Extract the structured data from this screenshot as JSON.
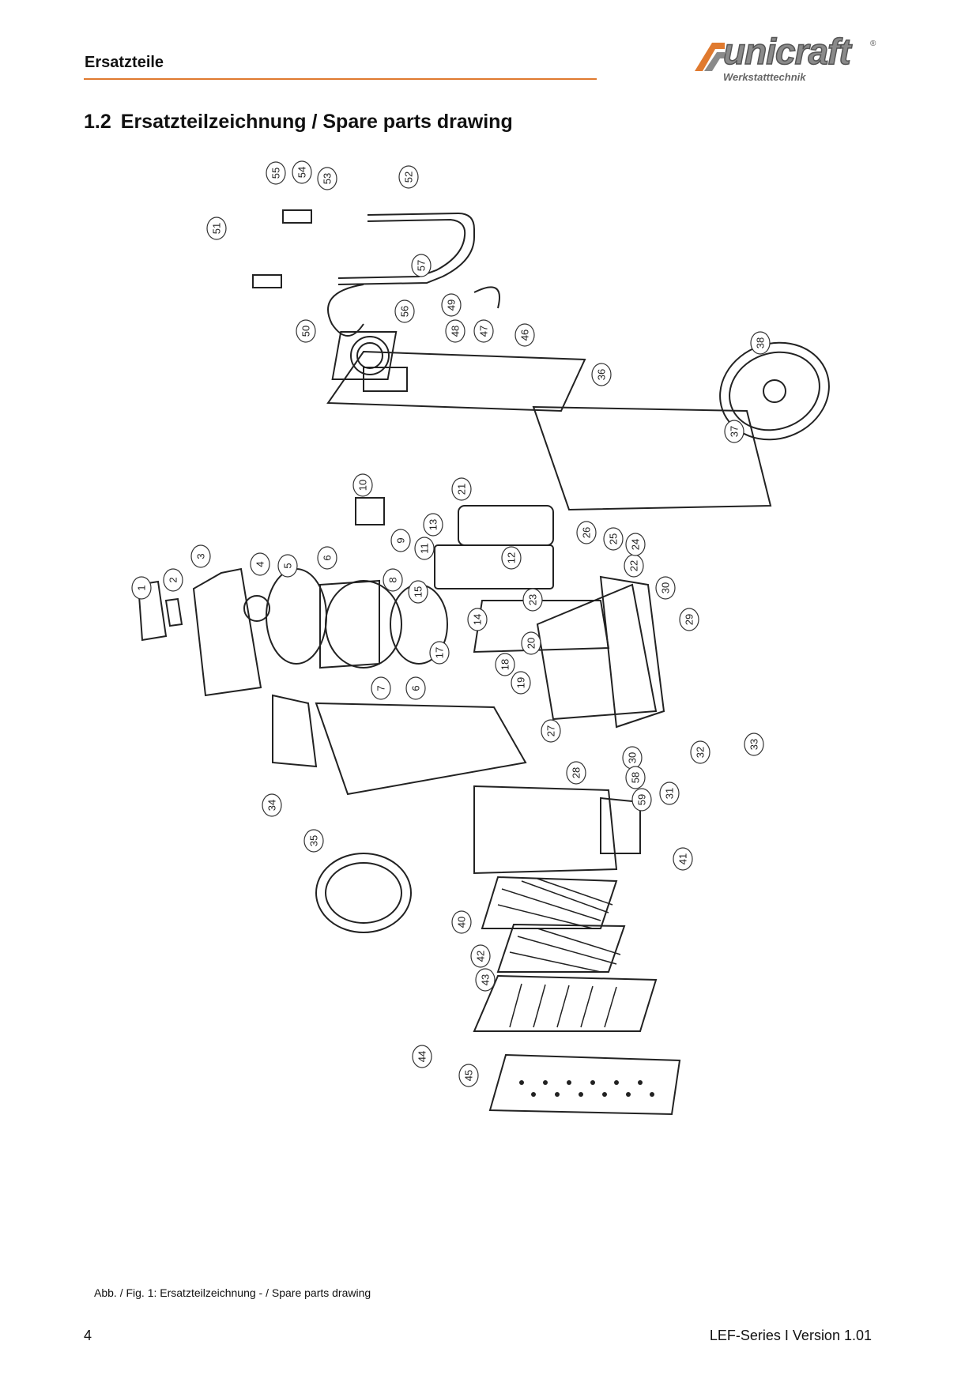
{
  "header": {
    "section": "Ersatzteile",
    "accent_color": "#e07a2f",
    "logo": {
      "brand": "unicraft",
      "tagline": "Werkstatttechnik",
      "registered": "®",
      "icon": "unicraft-logo-icon"
    }
  },
  "title": {
    "number": "1.2",
    "text": "Ersatzteilzeichnung / Spare parts drawing"
  },
  "drawing": {
    "part_numbers": [
      "1",
      "2",
      "3",
      "4",
      "5",
      "6",
      "6",
      "7",
      "8",
      "9",
      "10",
      "11",
      "12",
      "13",
      "14",
      "15",
      "17",
      "18",
      "19",
      "20",
      "21",
      "22",
      "23",
      "24",
      "25",
      "26",
      "27",
      "28",
      "29",
      "30",
      "30",
      "31",
      "32",
      "33",
      "34",
      "35",
      "36",
      "37",
      "38",
      "40",
      "41",
      "42",
      "43",
      "44",
      "45",
      "46",
      "47",
      "48",
      "49",
      "50",
      "51",
      "52",
      "53",
      "54",
      "55",
      "56",
      "57",
      "58",
      "59"
    ]
  },
  "caption": "Abb. / Fig. 1: Ersatzteilzeichnung - / Spare parts drawing",
  "footer": {
    "page": "4",
    "version": "LEF-Series I Version 1.01"
  }
}
